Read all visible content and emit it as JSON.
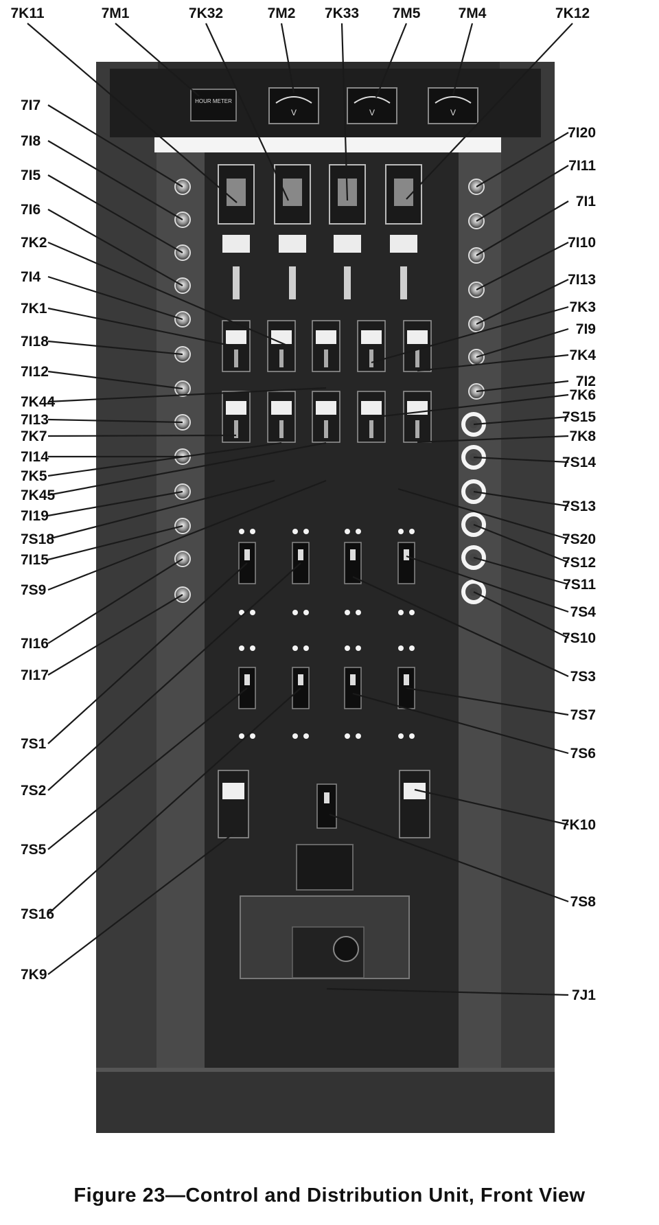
{
  "figure": {
    "caption": "Figure 23—Control and Distribution Unit, Front View",
    "meter_labels": {
      "hour_meter": "HOUR METER",
      "voltmeter_unit": "V"
    },
    "callouts": {
      "top": [
        "7K11",
        "7M1",
        "7K32",
        "7M2",
        "7K33",
        "7M5",
        "7M4",
        "7K12"
      ],
      "left": [
        "7I7",
        "7I8",
        "7I5",
        "7I6",
        "7K2",
        "7I4",
        "7K1",
        "7I18",
        "7I12",
        "7K44",
        "7I13",
        "7K7",
        "7I14",
        "7K5",
        "7K45",
        "7I19",
        "7S18",
        "7I15",
        "7S9",
        "7I16",
        "7I17",
        "7S1",
        "7S2",
        "7S5",
        "7S16",
        "7K9"
      ],
      "right": [
        "7I20",
        "7I11",
        "7I1",
        "7I10",
        "7I13",
        "7K3",
        "7I9",
        "7K4",
        "7I2",
        "7K6",
        "7S15",
        "7K8",
        "7S14",
        "7S13",
        "7S20",
        "7S12",
        "7S11",
        "7S4",
        "7S10",
        "7S3",
        "7S7",
        "7S6",
        "7K10",
        "7S8",
        "7J1"
      ]
    }
  }
}
